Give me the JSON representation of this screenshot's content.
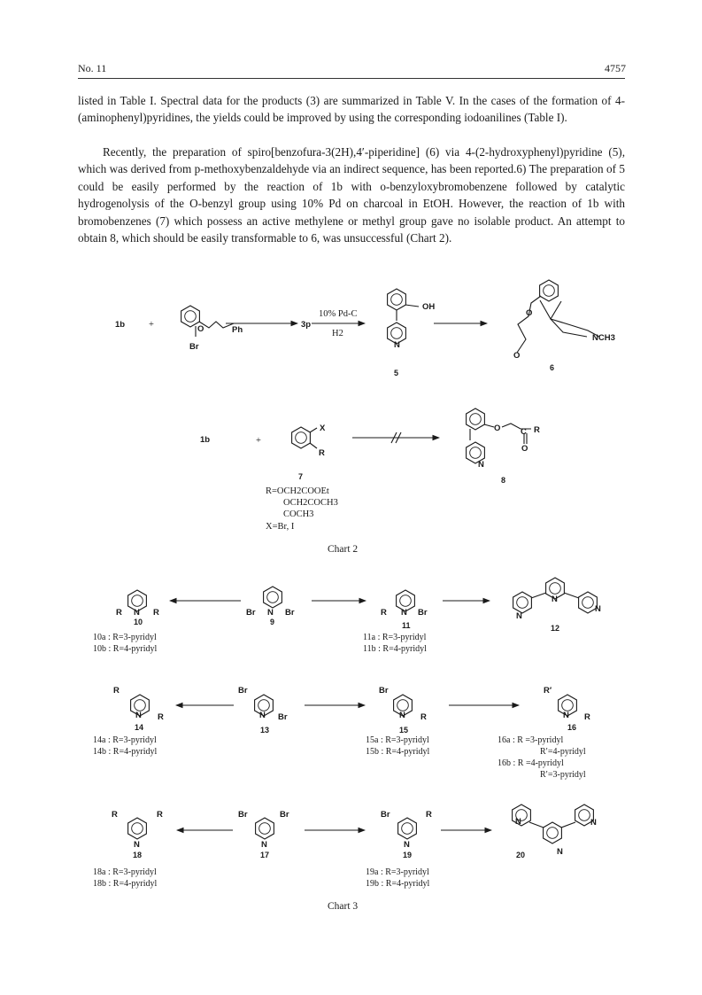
{
  "header": {
    "left": "No. 11",
    "right": "4757"
  },
  "paragraph1": "listed in Table I. Spectral data for the products (3) are summarized in Table V. In the cases of the formation of 4-(aminophenyl)pyridines, the yields could be improved by using the corresponding iodoanilines (Table I).",
  "paragraph2": "Recently, the preparation of spiro[benzofura-3(2H),4′-piperidine] (6) via 4-(2-hydroxyphenyl)pyridine (5), which was derived from p-methoxybenzaldehyde via an indirect sequence, has been reported.6) The preparation of 5 could be easily performed by the reaction of 1b with o-benzyloxybromobenzene followed by catalytic hydrogenolysis of the O-benzyl group using 10% Pd on charcoal in EtOH. However, the reaction of 1b with bromobenzenes (7) which possess an active methylene or methyl group gave no isolable product. An attempt to obtain 8, which should be easily transformable to 6, was unsuccessful (Chart 2).",
  "chart2": {
    "caption": "Chart 2",
    "row1": {
      "reactant": "1b",
      "plus": "+",
      "intermediate": "3p",
      "reagent_top": "10% Pd-C",
      "reagent_bottom": "H2",
      "atoms": {
        "br": "Br",
        "o": "O",
        "ph": "Ph",
        "oh": "OH",
        "n": "N",
        "nch3": "NCH3"
      },
      "labels": {
        "c5": "5",
        "c6": "6"
      }
    },
    "row2": {
      "reactant": "1b",
      "plus": "+",
      "compound": "7",
      "product": "8",
      "atoms": {
        "x": "X",
        "r": "R",
        "o": "O",
        "c": "C",
        "n": "N"
      },
      "substituents": [
        "R=OCH2COOEt",
        "OCH2COCH3",
        "COCH3",
        "X=Br, I"
      ]
    }
  },
  "chart3": {
    "caption": "Chart 3",
    "labels": [
      "10",
      "9",
      "11",
      "12",
      "14",
      "13",
      "15",
      "16",
      "18",
      "17",
      "19",
      "20"
    ],
    "definitions": {
      "d10a": "10a : R=3-pyridyl",
      "d10b": "10b : R=4-pyridyl",
      "d11a": "11a : R=3-pyridyl",
      "d11b": "11b : R=4-pyridyl",
      "d14a": "14a : R=3-pyridyl",
      "d14b": "14b : R=4-pyridyl",
      "d15a": "15a : R=3-pyridyl",
      "d15b": "15b : R=4-pyridyl",
      "d16a": "16a : R =3-pyridyl",
      "d16a2": "R′=4-pyridyl",
      "d16b": "16b : R =4-pyridyl",
      "d16b2": "R′=3-pyridyl",
      "d18a": "18a : R=3-pyridyl",
      "d18b": "18b : R=4-pyridyl",
      "d19a": "19a : R=3-pyridyl",
      "d19b": "19b : R=4-pyridyl"
    },
    "atoms": {
      "r": "R",
      "br": "Br",
      "n": "N",
      "rp": "R′"
    }
  }
}
